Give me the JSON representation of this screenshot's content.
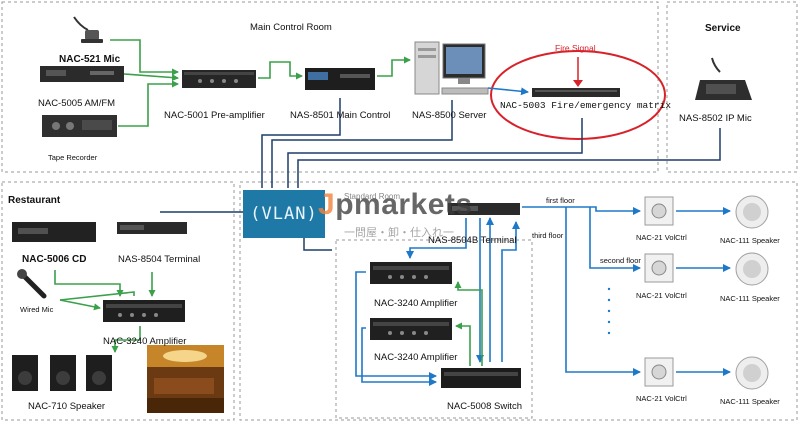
{
  "sections": {
    "main_control_room": "Main Control Room",
    "service": "Service",
    "restaurant": "Restaurant",
    "standard_room": "Standard Room"
  },
  "devices": {
    "mic": "NAC-521 Mic",
    "amfm": "NAC-5005 AM/FM",
    "tape": "Tape Recorder",
    "preamp": "NAC-5001 Pre-amplifier",
    "main_control": "NAS-8501 Main Control",
    "server": "NAS-8500  Server",
    "fire_signal": "Fire Signal",
    "fire_matrix": "NAC-5003 Fire/emergency matrix",
    "ip_mic": "NAS-8502 IP Mic",
    "cd": "NAC-5006 CD",
    "terminal_8504": "NAS-8504  Terminal",
    "wired_mic": "Wired Mic",
    "amp_rest": "NAC-3240 Amplifier",
    "speaker_710": "NAC-710 Speaker",
    "terminal_8504b": "NAS-8504B  Terminal",
    "amp1": "NAC-3240 Amplifier",
    "amp2": "NAC-3240 Amplifier",
    "switch": "NAC-5008 Switch",
    "floor1": "first floor",
    "floor2": "second floor",
    "floor3": "third floor",
    "volctrl1": "NAC-21 VolCtrl",
    "volctrl2": "NAC-21 VolCtrl",
    "volctrl3": "NAC-21 VolCtrl",
    "spk1": "NAC-111 Speaker",
    "spk2": "NAC-111 Speaker",
    "spk3": "NAC-111 Speaker"
  },
  "vlan": "(VLAN)",
  "watermark": {
    "brand_prefix": "J",
    "brand_rest": "pmarkets",
    "subtitle": "一問屋・卸・仕入れ一"
  },
  "colors": {
    "green_line": "#3aa04a",
    "blue_line": "#1e78c8",
    "dark_line": "#1d3f6a",
    "vlan_box": "#1f79a7",
    "fire_circle": "#d8222a"
  }
}
